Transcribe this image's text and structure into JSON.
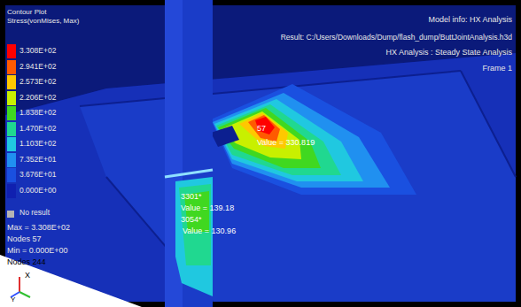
{
  "diagram": {
    "labels": [
      "Contour Plot",
      "Stress(vonMises, Max)",
      "Model info: HX Analysis",
      "Result: C:/Users/Downloads/Dump/flash_dump/ButtJointAnalysis.h3d",
      "HX Analysis : Steady State Analysis",
      "Frame 1",
      "Max = 3.308E+02",
      "Nodes 57",
      "Min = 0.000E+00",
      "Nodes 244",
      "57",
      "Value = 330.819",
      "3301*",
      "Value = 139.18",
      "3054*",
      "Value = 130.96",
      "X",
      "Y"
    ],
    "legend": [
      {
        "text": "3.308E+02",
        "color": "#ff0000"
      },
      {
        "text": "2.941E+02",
        "color": "#ff5a00"
      },
      {
        "text": "2.573E+02",
        "color": "#ffc800"
      },
      {
        "text": "2.206E+02",
        "color": "#c8f000"
      },
      {
        "text": "1.838E+02",
        "color": "#40d820"
      },
      {
        "text": "1.470E+02",
        "color": "#20d890"
      },
      {
        "text": "1.103E+02",
        "color": "#20c8e0"
      },
      {
        "text": "7.352E+01",
        "color": "#2090f0"
      },
      {
        "text": "3.676E+01",
        "color": "#1a50e0"
      },
      {
        "text": "0.000E+00",
        "color": "#1020b0"
      },
      {
        "text": "No result",
        "color": "#b4b4b4"
      }
    ]
  }
}
